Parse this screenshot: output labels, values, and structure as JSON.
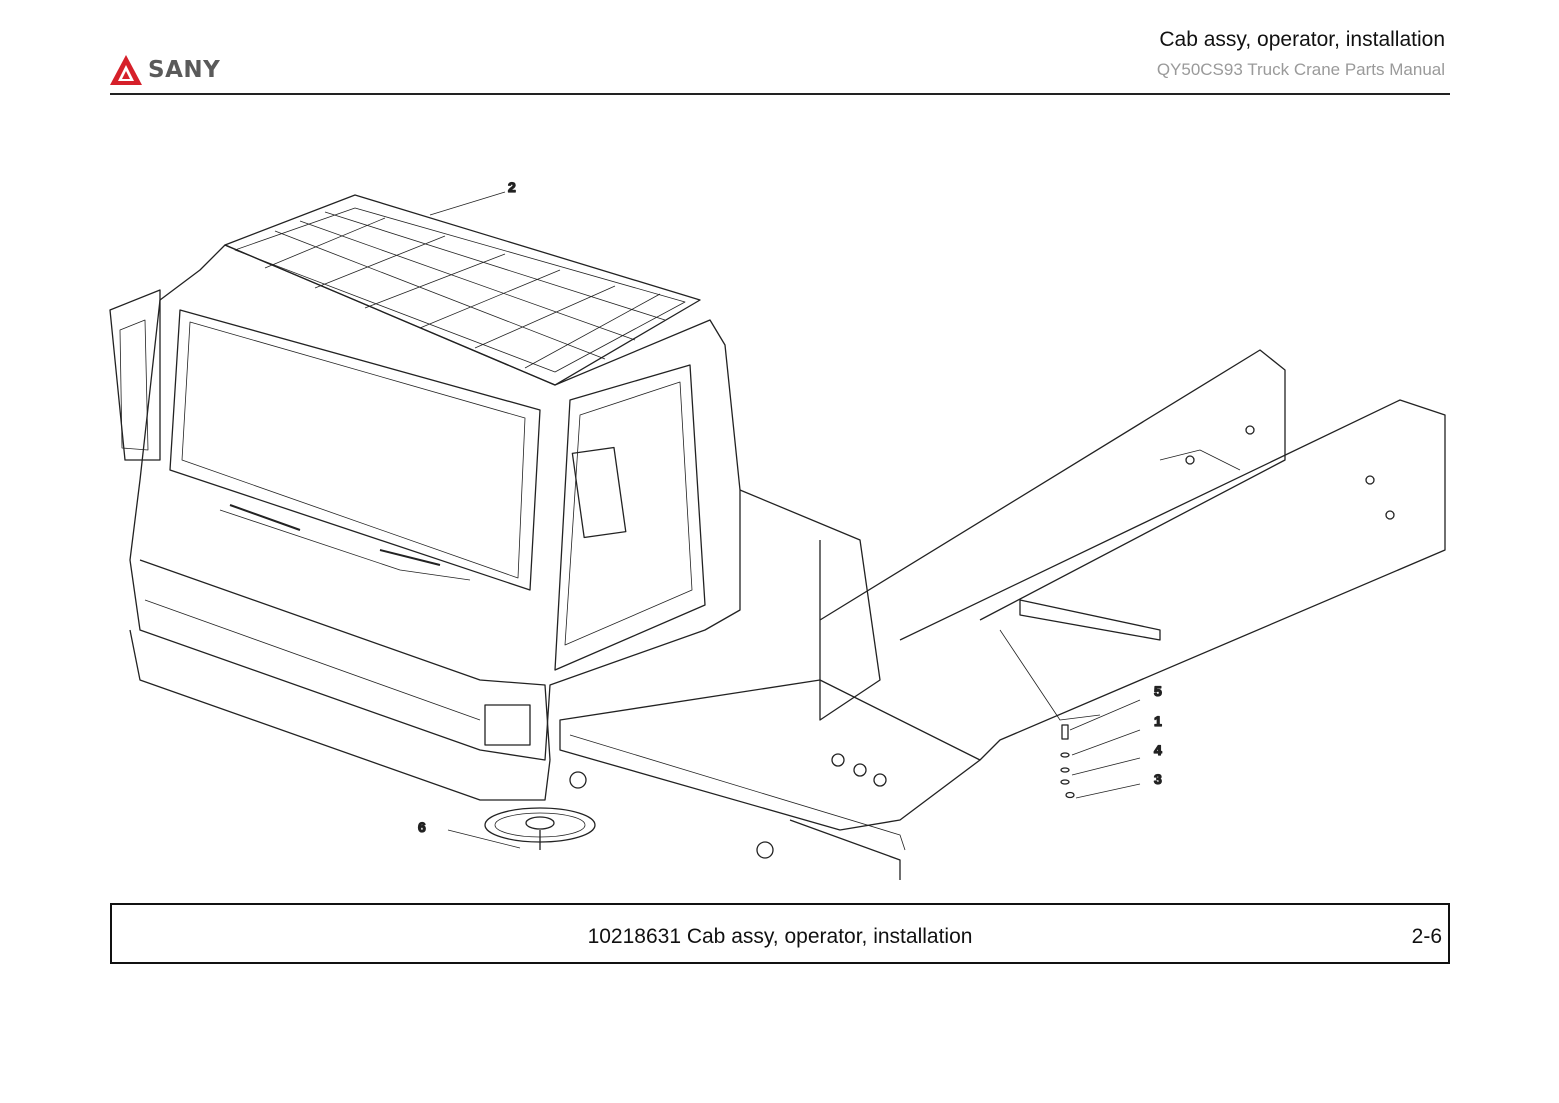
{
  "header": {
    "brand": "SANY",
    "title": "Cab assy, operator, installation",
    "subtitle": "QY50CS93 Truck Crane  Parts Manual"
  },
  "figure": {
    "callouts": [
      "2",
      "6",
      "5",
      "1",
      "4",
      "3"
    ]
  },
  "footer": {
    "caption": "10218631 Cab assy, operator, installation",
    "page": "2-6"
  },
  "colors": {
    "brand_red": "#d6202a",
    "line": "#222222",
    "subtitle_gray": "#9a9a9a"
  }
}
